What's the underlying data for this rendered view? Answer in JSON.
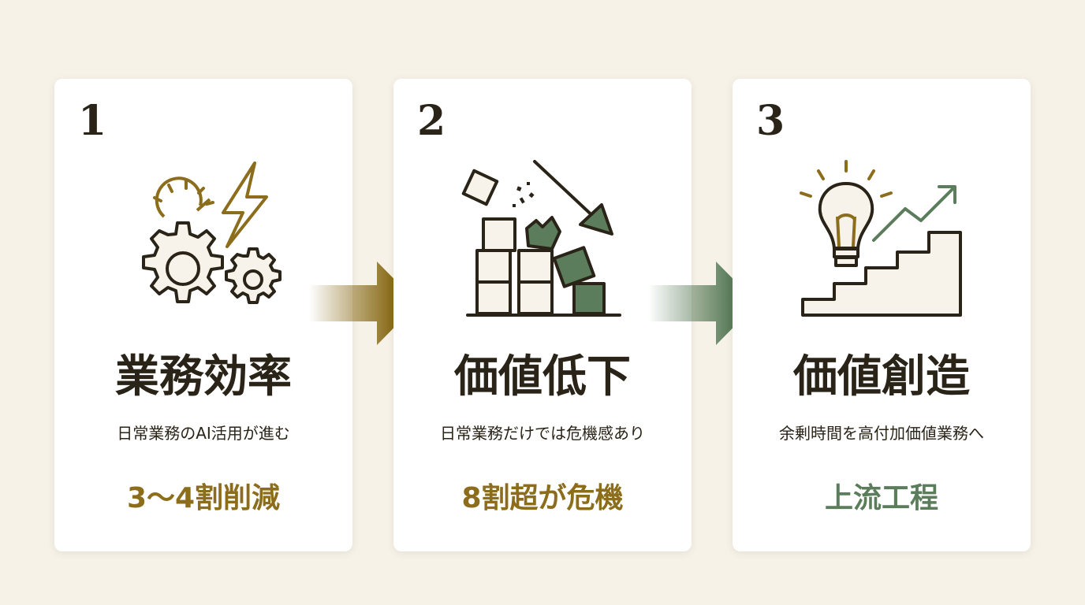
{
  "steps": [
    {
      "number": "1",
      "title": "業務効率",
      "subtitle": "日常業務のAI活用が進む",
      "highlight": "3〜4割削減",
      "icon": "gears-lightning-icon"
    },
    {
      "number": "2",
      "title": "価値低下",
      "subtitle": "日常業務だけでは危機感あり",
      "highlight": "8割超が危機",
      "icon": "falling-blocks-icon"
    },
    {
      "number": "3",
      "title": "価値創造",
      "subtitle": "余剰時間を高付加価値業務へ",
      "highlight": "上流工程",
      "icon": "lightbulb-stairs-icon"
    }
  ],
  "colors": {
    "gold": "#8b6d1c",
    "green": "#5b7d5b",
    "dark": "#2a2418",
    "cream": "#f7f3ea",
    "background": "#f6f2e8"
  }
}
